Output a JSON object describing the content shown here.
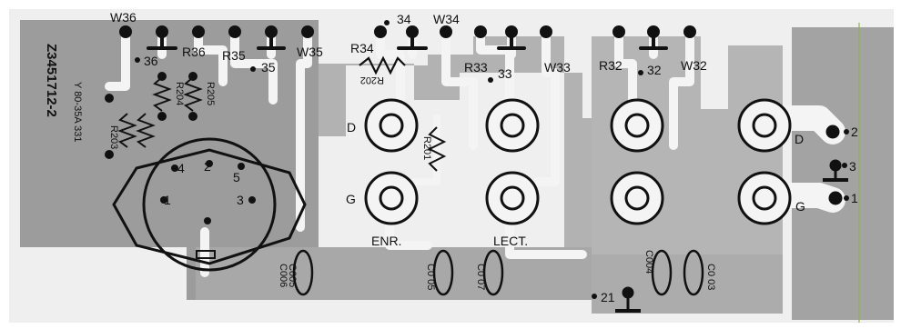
{
  "colors": {
    "board_gray": "#9c9c9c",
    "board_light": "#b9b9b9",
    "copper": "#f4f4f4",
    "ink": "#111111",
    "margin_line": "#8fb34a"
  },
  "top_labels": {
    "w36": "W36",
    "r36": "R36",
    "p36": "36",
    "r35": "R35",
    "p35": "35",
    "w35": "W35",
    "r34": "R34",
    "p34": "34",
    "w34": "W34",
    "r33": "R33",
    "p33": "33",
    "w33": "W33",
    "r32": "R32",
    "p32": "32",
    "w32": "W32"
  },
  "rotated_labels": {
    "board_ref": "Z3451712-2",
    "board_code": "Y 80-35A 331",
    "r202": "R202",
    "r201": "R201",
    "r203": "R203",
    "r204": "R204",
    "r205": "R205",
    "c005": "C005",
    "c006": "C006",
    "c005b": "C0 05",
    "c007": "C0 07",
    "c004": "C004",
    "c003": "C0 03"
  },
  "socket_pins": {
    "p1": "1",
    "p2": "2",
    "p3": "3",
    "p4": "4",
    "p5": "5"
  },
  "jack_labels": {
    "d": "D",
    "g": "G",
    "enr": "ENR.",
    "lect": "LECT."
  },
  "right_labels": {
    "d": "D",
    "g": "G",
    "p1": "1",
    "p2": "2",
    "p3": "3"
  },
  "bottom_labels": {
    "p21": "21"
  }
}
